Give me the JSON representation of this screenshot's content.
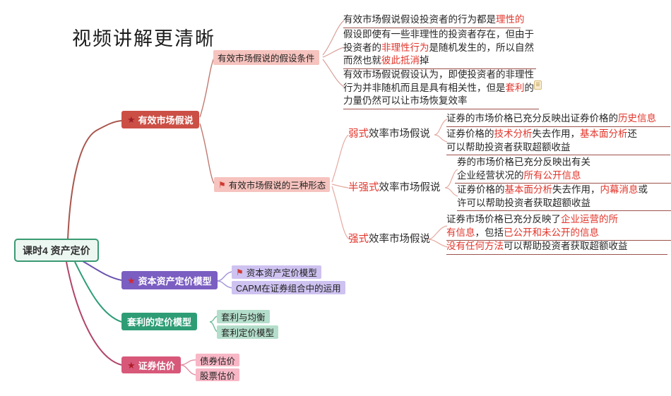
{
  "title": "视频讲解更清晰",
  "colors": {
    "highlight_red": "#e2352b",
    "underline": "#9d524b",
    "emh_box": "#cb4f45",
    "pink_light": "#f6c3be",
    "purple": "#7b5ec1",
    "purple_light": "#cec2f1",
    "green": "#2e9d76",
    "green_light": "#b4decb",
    "rose": "#d75879",
    "rose_light": "#f8b7c6",
    "root_border": "#3a9a72"
  },
  "root": {
    "label": "课时4 资产定价"
  },
  "emh": {
    "label": "有效市场假说",
    "star_icon": "★",
    "conditions": {
      "label": "有效市场假说的假设条件",
      "notes": [
        {
          "lines": [
            [
              {
                "t": "有效市场假说假设投资者的行为都是"
              },
              {
                "t": "理性的",
                "r": true
              }
            ]
          ]
        },
        {
          "lines": [
            [
              {
                "t": "假设即使有一些非理性的投资者存在，但由于"
              }
            ],
            [
              {
                "t": "投资者的"
              },
              {
                "t": "非理性行为",
                "r": true
              },
              {
                "t": "是随机发生的，所以自然"
              }
            ],
            [
              {
                "t": "而然也就"
              },
              {
                "t": "彼此抵消",
                "r": true
              },
              {
                "t": "掉"
              }
            ]
          ]
        },
        {
          "lines": [
            [
              {
                "t": "有效市场假说假设认为，即使投资者的非理性"
              }
            ],
            [
              {
                "t": "行为并非随机而且是具有相关性，但是"
              },
              {
                "t": "套利",
                "r": true
              },
              {
                "t": "的"
              }
            ],
            [
              {
                "t": "力量仍然可以让市场恢复效率"
              }
            ]
          ]
        }
      ]
    },
    "forms": {
      "label": "有效市场假说的三种形态",
      "flag_icon": "⚑",
      "items": [
        {
          "label": [
            [
              {
                "t": "弱式",
                "r": true
              },
              {
                "t": "效率市场假说"
              }
            ]
          ],
          "note1": [
            [
              {
                "t": "证券的市场价格已充分反映出证券价格的"
              },
              {
                "t": "历史信息",
                "r": true
              }
            ]
          ],
          "note2": [
            [
              {
                "t": "证券价格的"
              },
              {
                "t": "技术分析",
                "r": true
              },
              {
                "t": "失去作用，"
              },
              {
                "t": "基本面分析",
                "r": true
              },
              {
                "t": "还"
              }
            ],
            [
              {
                "t": "可以帮助投资者获取超额收益"
              }
            ]
          ]
        },
        {
          "label": [
            [
              {
                "t": "半强式",
                "r": true
              },
              {
                "t": "效率市场假说"
              }
            ]
          ],
          "note1": [
            [
              {
                "t": "券的市场价格已充分反映出有关"
              }
            ],
            [
              {
                "t": "企业经营状况的"
              },
              {
                "t": "所有公开信息",
                "r": true
              }
            ]
          ],
          "note2": [
            [
              {
                "t": "证券价格的"
              },
              {
                "t": "基本面分析",
                "r": true
              },
              {
                "t": "失去作用，"
              },
              {
                "t": "内幕消息",
                "r": true
              },
              {
                "t": "或"
              }
            ],
            [
              {
                "t": "许可以帮助投资者获取超额收益"
              }
            ]
          ]
        },
        {
          "label": [
            [
              {
                "t": "强式",
                "r": true
              },
              {
                "t": "效率市场假说"
              }
            ]
          ],
          "note1": [
            [
              {
                "t": "证券市场价格已充分反映了"
              },
              {
                "t": "企业运营的所",
                "r": true
              }
            ],
            [
              {
                "t": "有信息",
                "r": true
              },
              {
                "t": "，包括"
              },
              {
                "t": "已公开和未公开的信息",
                "r": true
              }
            ]
          ],
          "note2": [
            [
              {
                "t": "没有任何方法",
                "r": true
              },
              {
                "t": "可以帮助投资者获取超额收益"
              }
            ]
          ]
        }
      ]
    }
  },
  "capm": {
    "label": "资本资产定价模型",
    "star_icon": "★",
    "child1": {
      "label": "资本资产定价模型",
      "flag_icon": "⚑"
    },
    "child2": {
      "label": "CAPM在证券组合中的运用"
    }
  },
  "arbitrage": {
    "label": "套利的定价模型",
    "child1": {
      "label": "套利与均衡"
    },
    "child2": {
      "label": "套利定价模型"
    }
  },
  "valuation": {
    "label": "证券估价",
    "star_icon": "★",
    "child1": {
      "label": "债券估价"
    },
    "child2": {
      "label": "股票估价"
    }
  }
}
